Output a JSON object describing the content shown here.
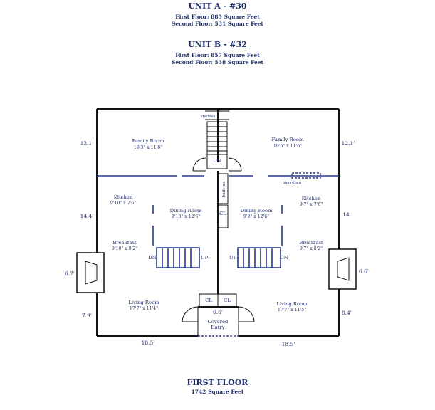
{
  "unit_a": {
    "title": "UNIT A - #30",
    "first": "First Floor:  885 Square Feet",
    "second": "Second Floor:  531 Square Feet"
  },
  "unit_b": {
    "title": "UNIT B - #32",
    "first": "First Floor:  857 Square Feet",
    "second": "Second Floor:  538 Square Feet"
  },
  "plan": {
    "rooms": {
      "family_a": {
        "name": "Family Room",
        "dims": "19'3\" x 11'6\""
      },
      "family_b": {
        "name": "Family Room",
        "dims": "19'5\" x 11'6\""
      },
      "kitchen_a": {
        "name": "Kitchen",
        "dims": "9'10\" x 7'6\""
      },
      "kitchen_b": {
        "name": "Kitchen",
        "dims": "9'7\" x 7'6\""
      },
      "dining_a": {
        "name": "Dining Room",
        "dims": "9'10\" x 12'6\""
      },
      "dining_b": {
        "name": "Dining Room",
        "dims": "9'9\" x 12'6\""
      },
      "breakfast_a": {
        "name": "Breakfast",
        "dims": "9'10\" x 8'2\""
      },
      "breakfast_b": {
        "name": "Breakfast",
        "dims": "9'7\" x 8'2\""
      },
      "living_a": {
        "name": "Living Room",
        "dims": "17'7\" x 11'4\""
      },
      "living_b": {
        "name": "Living Room",
        "dims": "17'7\" x 11'5\""
      },
      "entry_1": "Covered",
      "entry_2": "Entry"
    },
    "labels": {
      "shelves": "shelves",
      "dn": "DN",
      "up": "UP",
      "cl": "CL",
      "builtins": "built-ins",
      "passthru": "pass-thru"
    },
    "dimensions": {
      "left_top": "12.1'",
      "left_mid": "14.4'",
      "left_fire": "6.7'",
      "left_bottom": "7.9'",
      "right_top": "12.1'",
      "right_mid": "14'",
      "right_fire": "6.6'",
      "right_bottom": "8.4'",
      "bottom_left": "18.5'",
      "bottom_right": "18.5'",
      "entry_width": "6.6'"
    }
  },
  "footer": {
    "title": "FIRST FLOOR",
    "subtitle": "1742 Square Feet"
  }
}
